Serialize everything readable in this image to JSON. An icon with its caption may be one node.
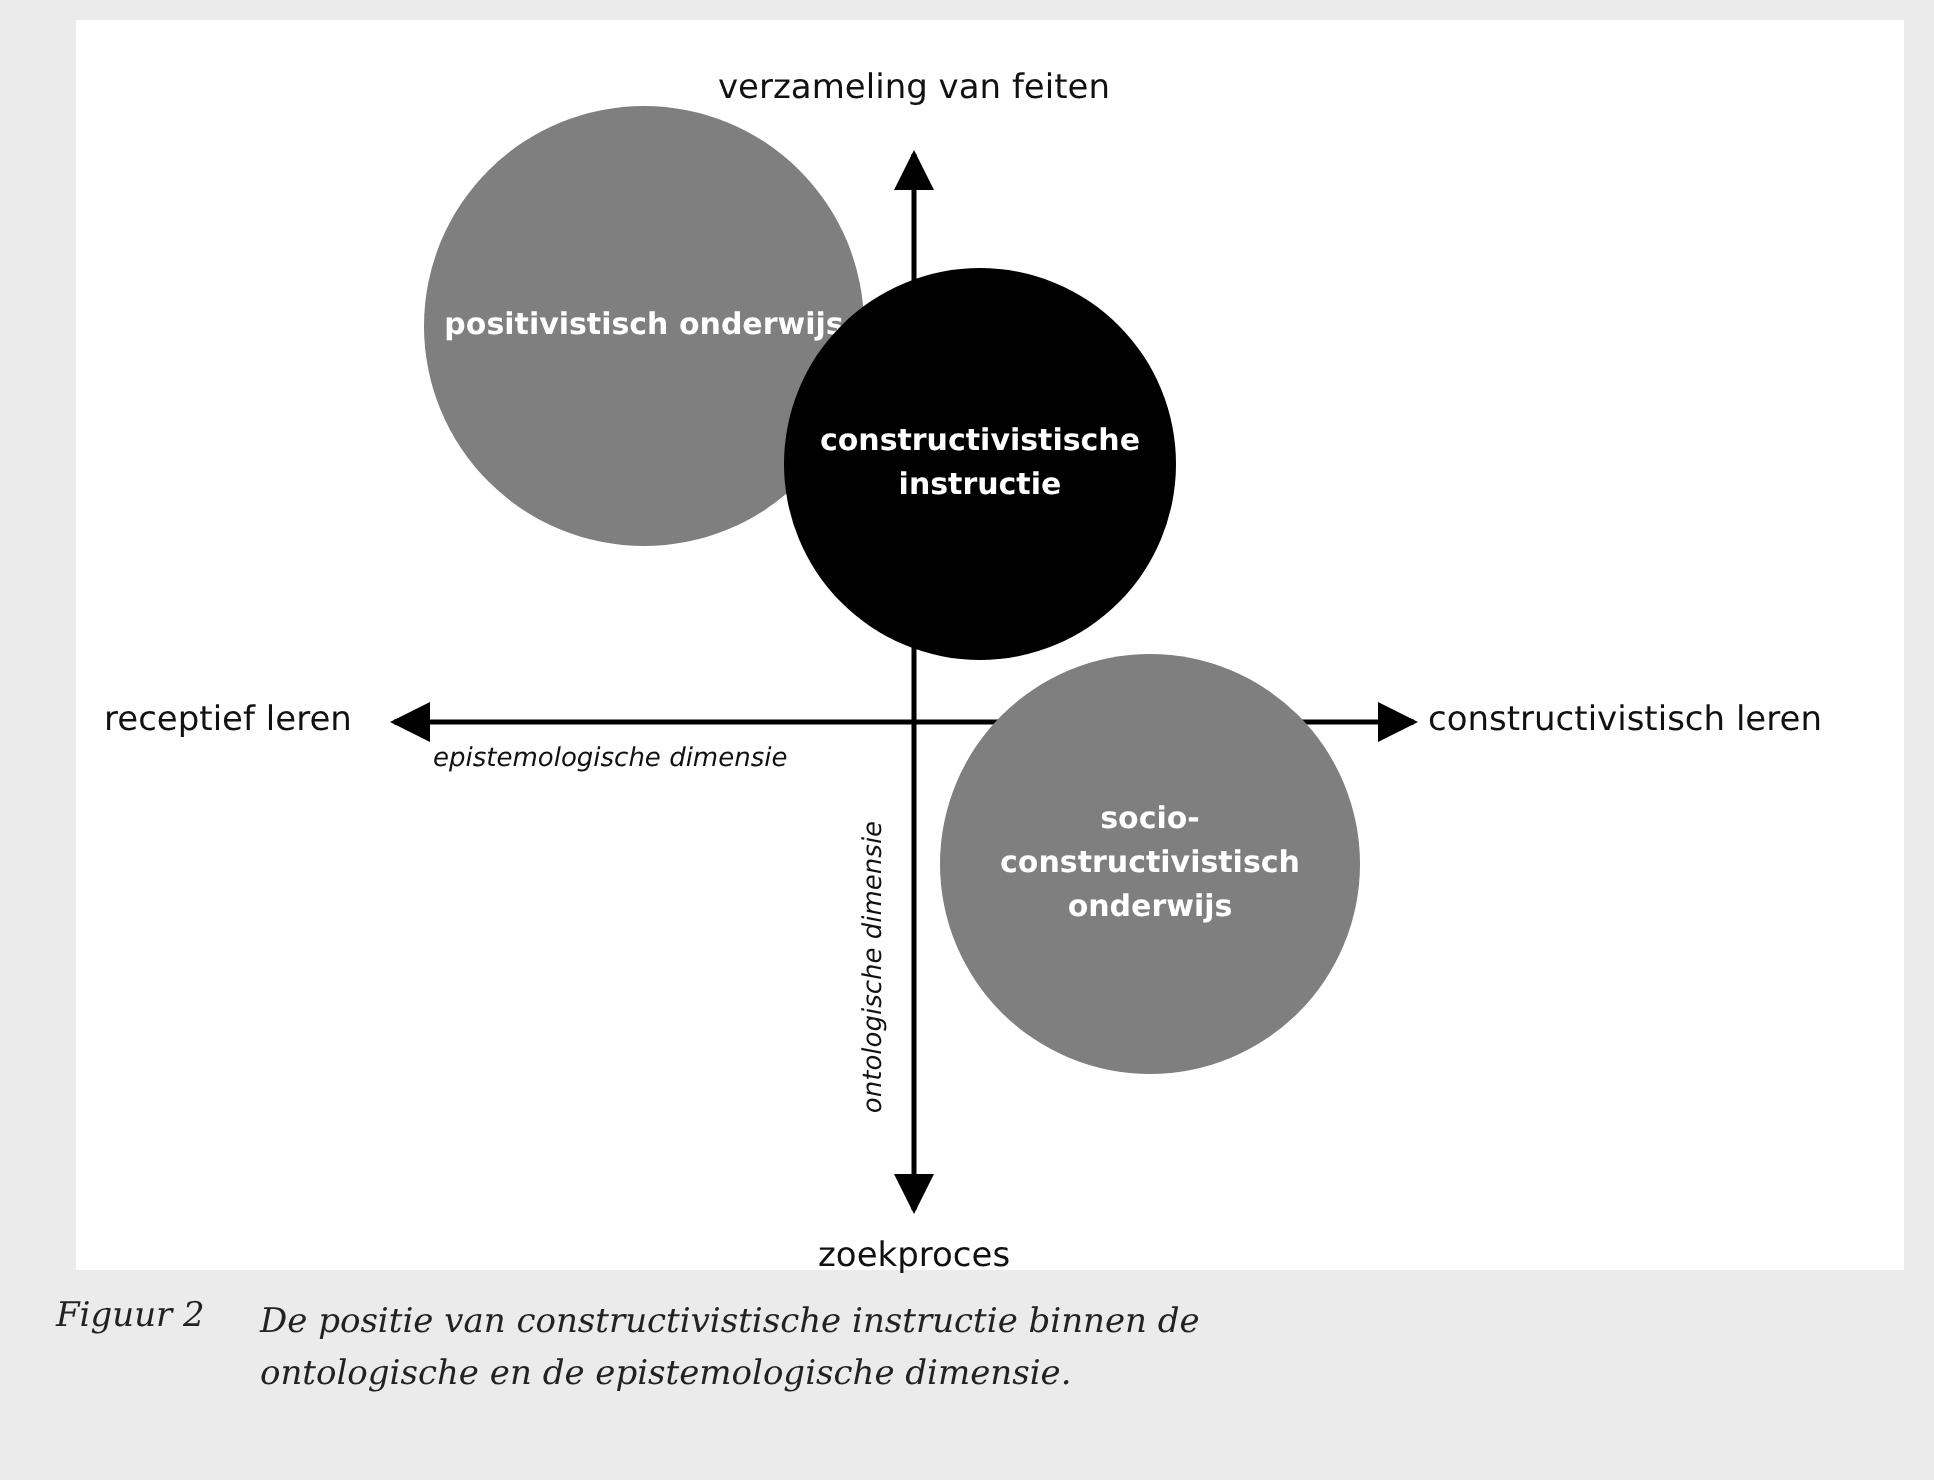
{
  "diagram": {
    "caption": "De positie van constructivistische instructie  binnen de ontologische en de epistemologische dimensie.",
    "nodes": [
      {
        "text": [
          "positivistisch onderwijs"
        ]
      },
      {
        "text": [
          "constructivistische instructie"
        ]
      },
      {
        "text": [
          "socio-constructivistisch onderwijs"
        ]
      }
    ],
    "labels": [
      "verzameling van feiten",
      "receptief leren",
      "constructivistisch leren",
      "epistemologische dimensie",
      "ontologische dimensie",
      "zoekproces",
      "Figuur 2"
    ]
  }
}
